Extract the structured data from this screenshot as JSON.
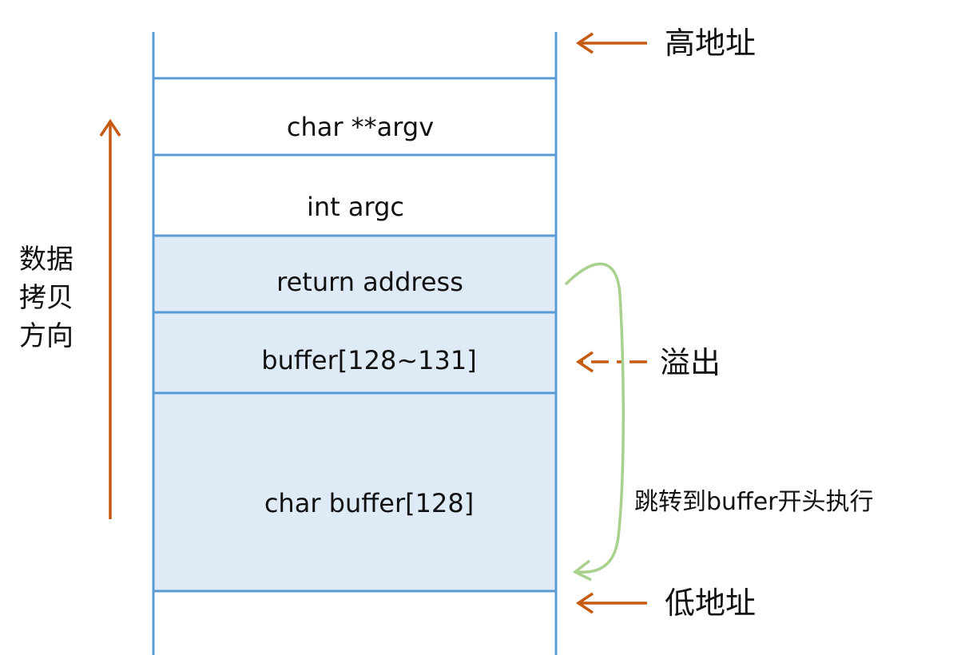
{
  "colors": {
    "stack_line": "#5b9bd5",
    "highlight_fill": "#deeaf6",
    "arrow": "#c55a11",
    "jump_curve": "#a9d18e",
    "text": "#111111"
  },
  "stack": {
    "cells": [
      {
        "label": "char **argv",
        "highlighted": false
      },
      {
        "label": "int argc",
        "highlighted": false
      },
      {
        "label": "return address",
        "highlighted": true
      },
      {
        "label": "buffer[128~131]",
        "highlighted": true
      },
      {
        "label": "char buffer[128]",
        "highlighted": true
      }
    ]
  },
  "labels": {
    "high_address": "高地址",
    "low_address": "低地址",
    "overflow": "溢出",
    "jump": "跳转到buffer开头执行",
    "copy_direction": [
      "数据",
      "拷贝",
      "方向"
    ]
  },
  "icons": {
    "high_arrow": "left-arrow-icon",
    "low_arrow": "left-arrow-icon",
    "overflow_arrow": "dashed-left-arrow-icon",
    "copy_arrow": "up-arrow-icon",
    "jump_curve": "curved-arrow-icon"
  }
}
